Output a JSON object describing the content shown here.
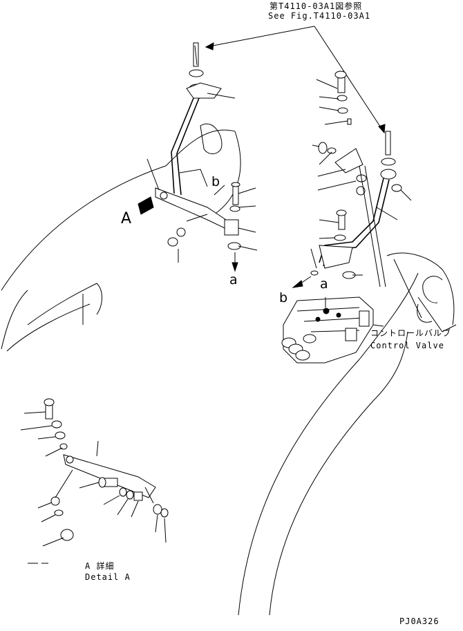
{
  "diagram": {
    "ref_jp": "第T4110-03A1図参照",
    "ref_en": "See Fig.T4110-03A1",
    "label_A": "A",
    "label_a_left": "a",
    "label_a_right": "a",
    "label_b_left": "b",
    "label_b_right": "b",
    "control_valve_jp": "コントロールバルブ",
    "control_valve_en": "Control Valve",
    "detail_jp": "A 詳細",
    "detail_en": "Detail A",
    "drawing_code": "PJ0A326"
  },
  "colors": {
    "ink": "#000000",
    "paper": "#ffffff"
  }
}
